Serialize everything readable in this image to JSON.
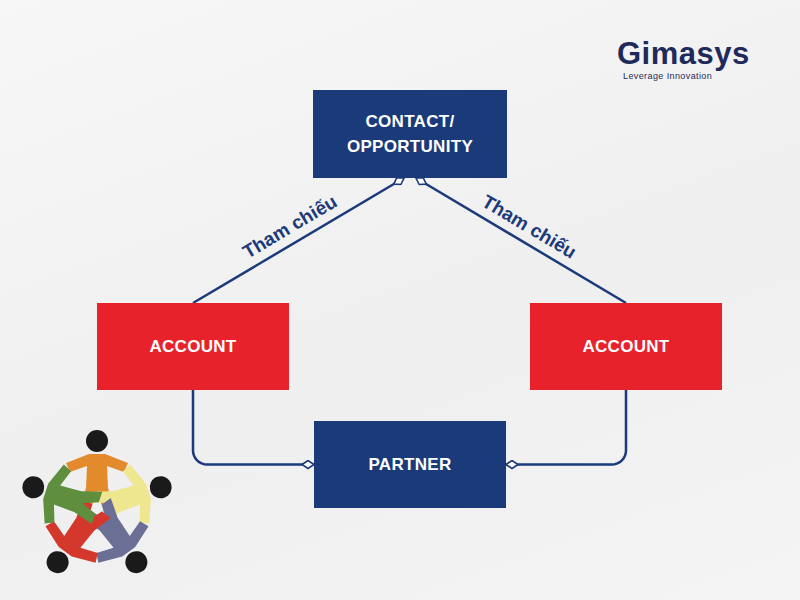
{
  "diagram": {
    "nodes": [
      {
        "text": [
          "CONTACT/ OPPORTUNITY"
        ]
      },
      {
        "text": [
          "ACCOUNT"
        ]
      },
      {
        "text": [
          "ACCOUNT"
        ]
      },
      {
        "text": [
          "PARTNER"
        ]
      }
    ],
    "edges": [
      {
        "from": 1,
        "to": 0,
        "arrow": "to",
        "label": "Tham chiếu"
      },
      {
        "from": 2,
        "to": 0,
        "arrow": "to",
        "label": "Tham chiếu"
      },
      {
        "from": 1,
        "to": 3,
        "arrow": "to"
      },
      {
        "from": 2,
        "to": 3,
        "arrow": "to"
      }
    ],
    "labels": [
      "Gimasys",
      "Leverage Innovation"
    ]
  }
}
